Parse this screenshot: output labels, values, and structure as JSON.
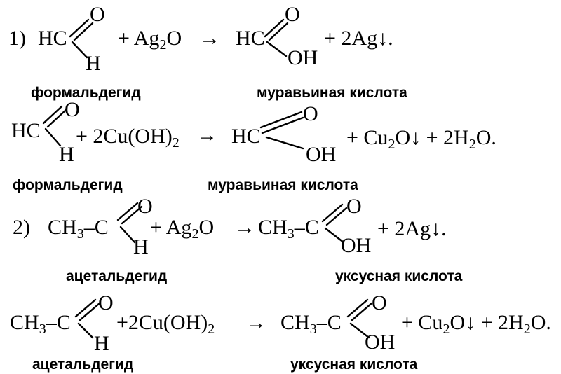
{
  "reactions": [
    {
      "number": "1)",
      "reactant_group": "HC",
      "o": "O",
      "h": "H",
      "reagent": "+ Ag",
      "reagent_sub": "2",
      "reagent_tail": "O",
      "arrow": "→",
      "product_group": "HC",
      "product_o": "O",
      "product_oh": "OH",
      "byproduct": "+ 2Ag",
      "byproduct_tail": "↓.",
      "reactant_name": "формальдегид",
      "product_name": "муравьиная кислота"
    },
    {
      "reactant_group": "HC",
      "o": "O",
      "h": "H",
      "reagent": "+ 2Cu(OH)",
      "reagent_sub": "2",
      "arrow": "→",
      "product_group": "HC",
      "product_o": "O",
      "product_oh": "OH",
      "byproduct_1": "+ Cu",
      "byproduct_1_sub": "2",
      "byproduct_1_tail": "O↓ + 2H",
      "byproduct_2_sub": "2",
      "byproduct_2_tail": "O.",
      "reactant_name": "формальдегид",
      "product_name": "муравьиная кислота"
    },
    {
      "number": "2)",
      "reactant_group": "CH",
      "reactant_sub": "3",
      "reactant_dash": "–C",
      "o": "O",
      "h": "H",
      "reagent": "+ Ag",
      "reagent_sub": "2",
      "reagent_tail": "O",
      "arrow": "→",
      "product_group": "CH",
      "product_sub": "3",
      "product_dash": "–C",
      "product_o": "O",
      "product_oh": "OH",
      "byproduct": "+ 2Ag",
      "byproduct_tail": "↓.",
      "reactant_name": "ацетальдегид",
      "product_name": "уксусная кислота"
    },
    {
      "reactant_group": "CH",
      "reactant_sub": "3",
      "reactant_dash": "–C",
      "o": "O",
      "h": "H",
      "reagent": "+2Cu(OH)",
      "reagent_sub": "2",
      "arrow": "→",
      "product_group": "CH",
      "product_sub": "3",
      "product_dash": "–C",
      "product_o": "O",
      "product_oh": "OH",
      "byproduct_1": "+ Cu",
      "byproduct_1_sub": "2",
      "byproduct_1_tail": "O↓ + 2H",
      "byproduct_2_sub": "2",
      "byproduct_2_tail": "O.",
      "reactant_name": "ацетальдегид",
      "product_name": "уксусная кислота"
    }
  ]
}
